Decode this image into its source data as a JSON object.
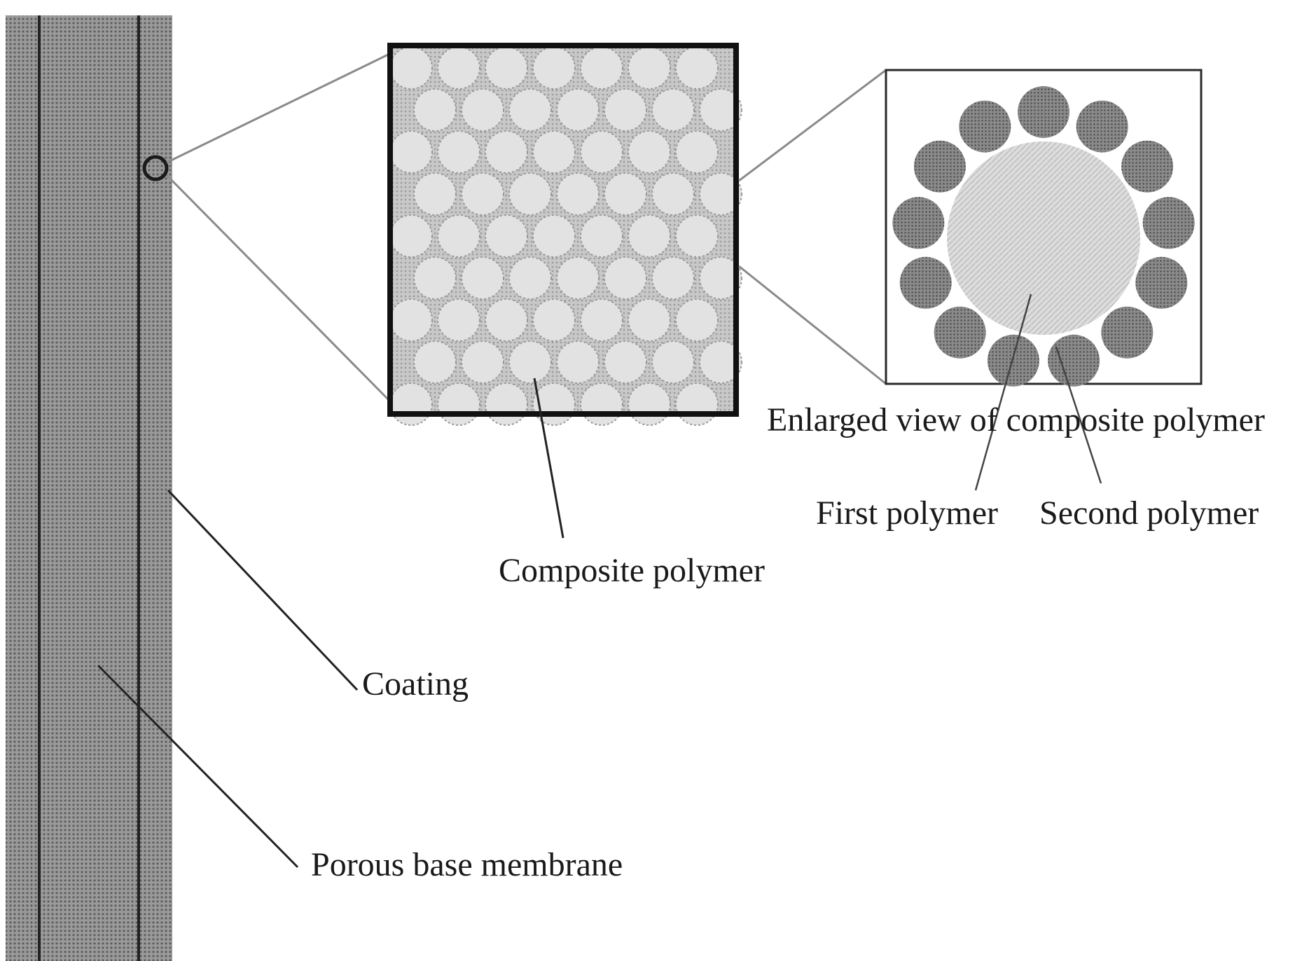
{
  "labels": {
    "enlarged_view": "Enlarged view of composite polymer",
    "first_polymer": "First polymer",
    "second_polymer": "Second polymer",
    "composite_polymer": "Composite polymer",
    "coating": "Coating",
    "porous_base_membrane": "Porous base membrane"
  },
  "colors": {
    "membrane_fill": "#8a8a8a",
    "coating_fill": "#a6a6a6",
    "composite_bg": "#cfcfcf",
    "composite_cell": "#e2e2e2",
    "first_polymer": "#d4d4d4",
    "second_polymer": "#8c8c8c",
    "outline": "#1a1a1a",
    "leader_line": "#555555"
  }
}
